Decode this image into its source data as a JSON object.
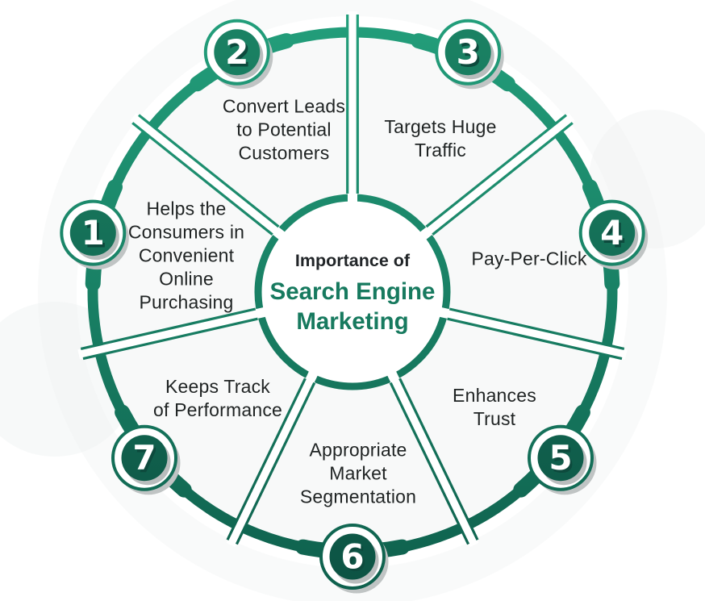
{
  "title": {
    "eyebrow": "Importance of",
    "main": "Search Engine\nMarketing"
  },
  "segments": [
    {
      "number": "1",
      "label": "Helps the\nConsumers in\nConvenient\nOnline\nPurchasing"
    },
    {
      "number": "2",
      "label": "Convert Leads\nto Potential\nCustomers"
    },
    {
      "number": "3",
      "label": "Targets Huge\nTraffic"
    },
    {
      "number": "4",
      "label": "Pay-Per-Click"
    },
    {
      "number": "5",
      "label": "Enhances\nTrust"
    },
    {
      "number": "6",
      "label": "Appropriate\nMarket\nSegmentation"
    },
    {
      "number": "7",
      "label": "Keeps Track\nof Performance"
    }
  ],
  "colors": {
    "ring_green_light": "#23a07c",
    "ring_green_dark": "#0e5f4c",
    "badge_green_light": "#1b8465",
    "badge_green_dark": "#0c5243",
    "title_green": "#177a5f",
    "text_dark": "#1f2323",
    "shadow_gray": "#bfc3c3"
  }
}
